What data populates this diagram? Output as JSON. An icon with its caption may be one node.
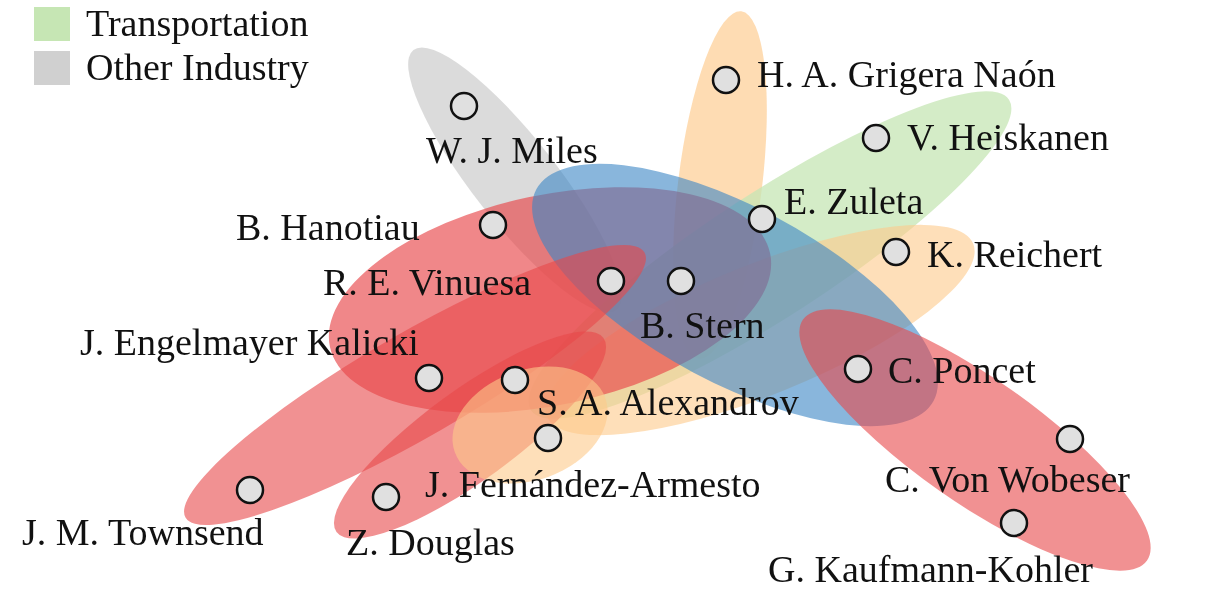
{
  "diagram": {
    "nodes": [
      {
        "text": [
          "H. A. Grigera Naón"
        ]
      },
      {
        "text": [
          "V. Heiskanen"
        ]
      },
      {
        "text": [
          "W. J. Miles"
        ]
      },
      {
        "text": [
          "E. Zuleta"
        ]
      },
      {
        "text": [
          "B. Hanotiau"
        ]
      },
      {
        "text": [
          "K. Reichert"
        ]
      },
      {
        "text": [
          "R. E. Vinuesa"
        ]
      },
      {
        "text": [
          "B. Stern"
        ]
      },
      {
        "text": [
          "J. Engelmayer Kalicki"
        ]
      },
      {
        "text": [
          "S. A. Alexandrov"
        ]
      },
      {
        "text": [
          "C. Poncet"
        ]
      },
      {
        "text": [
          "J. Fernández-Armesto"
        ]
      },
      {
        "text": [
          "C. Von Wobeser"
        ]
      },
      {
        "text": [
          "J. M. Townsend"
        ]
      },
      {
        "text": [
          "Z. Douglas"
        ]
      },
      {
        "text": [
          "G. Kaufmann-Kohler"
        ]
      }
    ],
    "legend": [
      {
        "text": "Transportation",
        "color": "#c6e6b4"
      },
      {
        "text": "Other Industry",
        "color": "#d0d0d0"
      }
    ]
  }
}
